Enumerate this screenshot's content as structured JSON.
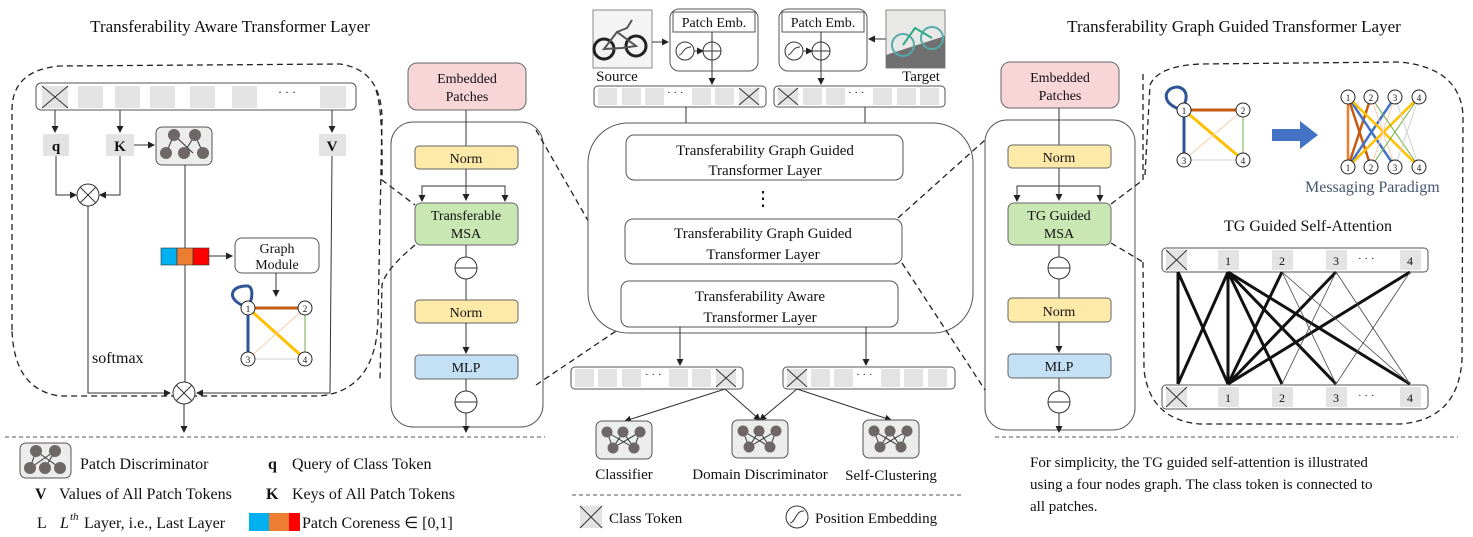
{
  "left_panel": {
    "title": "Transferability Aware Transformer Layer",
    "q_label": "q",
    "k_label": "K",
    "v_label": "V",
    "graph_module_line1": "Graph",
    "graph_module_line2": "Module",
    "softmax_label": "softmax",
    "graph_nodes": [
      "1",
      "2",
      "3",
      "4"
    ],
    "token_ellipsis": "· · ·"
  },
  "block_left": {
    "embedded_line1": "Embedded",
    "embedded_line2": "Patches",
    "norm1": "Norm",
    "msa_line1": "Transferable",
    "msa_line2": "MSA",
    "norm2": "Norm",
    "mlp": "MLP"
  },
  "center": {
    "patch_emb_source": "Patch Emb.",
    "patch_emb_target": "Patch Emb.",
    "source_label": "Source",
    "target_label": "Target",
    "token_ellipsis": "· · ·",
    "layers": [
      {
        "line1": "Transferability Graph Guided",
        "line2": "Transformer Layer"
      },
      {
        "line1": "Transferability Graph Guided",
        "line2": "Transformer Layer"
      },
      {
        "line1": "Transferability Aware",
        "line2": "Transformer Layer"
      }
    ],
    "vdots": "⋮",
    "heads": [
      "Classifier",
      "Domain Discriminator",
      "Self-Clustering"
    ]
  },
  "block_right": {
    "embedded_line1": "Embedded",
    "embedded_line2": "Patches",
    "norm1": "Norm",
    "msa_line1": "TG Guided",
    "msa_line2": "MSA",
    "norm2": "Norm",
    "mlp": "MLP"
  },
  "right_panel": {
    "title": "Transferability Graph Guided Transformer Layer",
    "messaging_label": "Messaging Paradigm",
    "attention_title": "TG Guided Self-Attention",
    "graph_nodes": [
      "1",
      "2",
      "3",
      "4"
    ],
    "token_numbers": [
      "1",
      "2",
      "3",
      "4"
    ],
    "token_ellipsis": "· · ·",
    "note": [
      "For simplicity, the TG guided self-attention is illustrated",
      "using a four nodes graph. The class token is connected to",
      "all patches."
    ]
  },
  "legend": {
    "patch_discriminator": "Patch Discriminator",
    "q_sym": "q",
    "q_desc": "Query of Class Token",
    "v_sym": "V",
    "v_desc": "Values of All Patch Tokens",
    "k_sym": "K",
    "k_desc": "Keys of All Patch Tokens",
    "l_sym": "L",
    "l_math": "L",
    "l_sup": "th",
    "l_desc": "Layer, i.e., Last Layer",
    "coreness_desc": "Patch Coreness ∈ [0,1]",
    "class_token": "Class Token",
    "position_embedding": "Position Embedding"
  },
  "colors": {
    "coreness": [
      "#00b0f0",
      "#ed7d31",
      "#ff0000"
    ],
    "edge_blue": "#2f5597",
    "edge_brown": "#c55a11",
    "edge_gold": "#ffc000",
    "edge_green": "#70ad47",
    "edge_peach": "#f8cbad",
    "edge_gray": "#d0d0d0",
    "arrow_blue": "#4472c4",
    "messaging_text": "#44546a"
  }
}
